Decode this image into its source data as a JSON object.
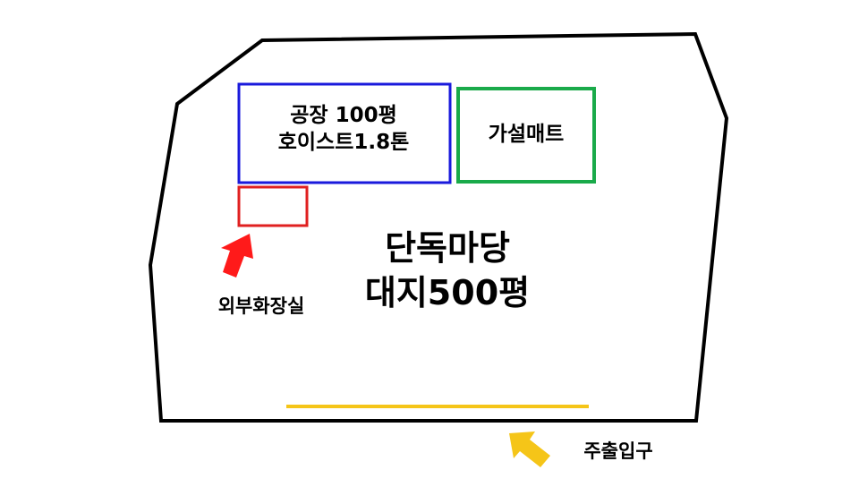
{
  "site": {
    "title_line1": "단독마당",
    "title_line2": "대지500평"
  },
  "factory": {
    "line1": "공장 100평",
    "line2": "호이스트1.8톤",
    "color": "#1a1adc"
  },
  "temporary_mat": {
    "label": "가설매트",
    "color": "#1aaa4a"
  },
  "outdoor_toilet": {
    "label": "외부화장실",
    "color": "#e02020",
    "arrow_color": "#ff1a1a"
  },
  "main_entrance": {
    "label": "주출입구",
    "color": "#f5c518",
    "arrow_color": "#f5c518"
  }
}
